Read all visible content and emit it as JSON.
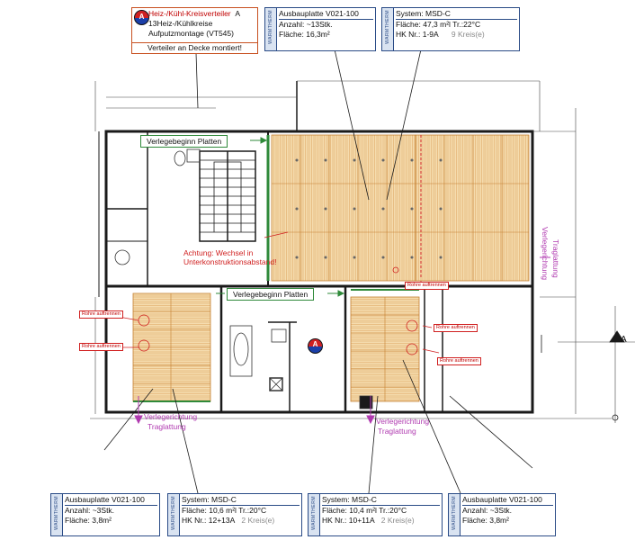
{
  "distributor": {
    "line1a": "Heiz-/Kühl-Kreisverteiler",
    "line1b": "A",
    "line2": "13Heiz-/Kühlkreise",
    "line3": "Aufputzmontage (VT545)",
    "note": "Verteiler an Decke montiert!",
    "marker": "A"
  },
  "box_top_mid": {
    "brand": "WARMTHERM",
    "line1": "Ausbauplatte  V021-100",
    "line2": "Anzahl: ~13Stk.",
    "line3": "Fläche: 16,3m²"
  },
  "box_top_right": {
    "brand": "WARMTHERM",
    "line1": "System: MSD-C",
    "line2": "Fläche:     47,3 m²l   Tr.:22°C",
    "line3a": "HK Nr.: 1-9A",
    "line3b": "9 Kreis(e)"
  },
  "box_bot_1": {
    "brand": "WARMTHERM",
    "line1": "Ausbauplatte  V021-100",
    "line2": "Anzahl:  ~3Stk.",
    "line3": "Fläche:  3,8m²"
  },
  "box_bot_2": {
    "brand": "WARMTHERM",
    "line1": "System: MSD-C",
    "line2": "Fläche:     10,6 m²l   Tr.:20°C",
    "line3a": "HK Nr.: 12+13A",
    "line3b": "2 Kreis(e)"
  },
  "box_bot_3": {
    "brand": "WARMTHERM",
    "line1": "System: MSD-C",
    "line2": "Fläche:     10,4 m²l   Tr.:20°C",
    "line3a": "HK Nr.: 10+11A",
    "line3b": "2 Kreis(e)"
  },
  "box_bot_4": {
    "brand": "WARMTHERM",
    "line1": "Ausbauplatte  V021-100",
    "line2": "Anzahl:  ~3Stk.",
    "line3": "Fläche:  3,8m²"
  },
  "notes": {
    "verlegebeginn_top": "Verlegebeginn Platten",
    "verlegebeginn_mid": "Verlegebeginn Platten",
    "achtung_1": "Achtung: Wechsel in",
    "achtung_2": "Unterkonstruktionsabstand!",
    "rohre": "Rohre auftrennen",
    "verlegerichtung": "Verlegerichtung",
    "traglattung": "Traglattung",
    "marker_center": "A",
    "axis_right": "A"
  },
  "colors": {
    "plate_fill": "#f3d8a8",
    "plate_line": "#d99a4a",
    "wall": "#1a1a1a",
    "frame_blue": "#2a4b86",
    "alert_red": "#d02020",
    "direction_purple": "#b03ab0",
    "start_green": "#2f8a3a"
  }
}
